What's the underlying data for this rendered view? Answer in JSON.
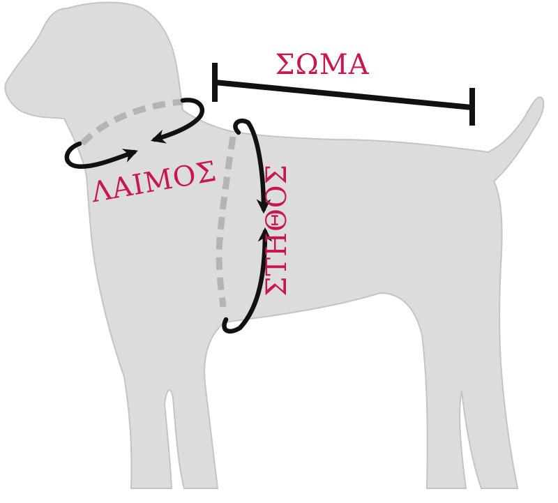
{
  "labels": {
    "body": "ΣΩΜΑ",
    "neck": "ΛΑΙΜΟΣ",
    "chest": "ΣΤΗΘΟΣ"
  },
  "colors": {
    "silhouette": "#dcdcdc",
    "outline": "#c4c4c4",
    "dashed_line": "#b4b4b4",
    "arrow": "#111111",
    "label_text": "#c8174e",
    "background": "#ffffff"
  }
}
